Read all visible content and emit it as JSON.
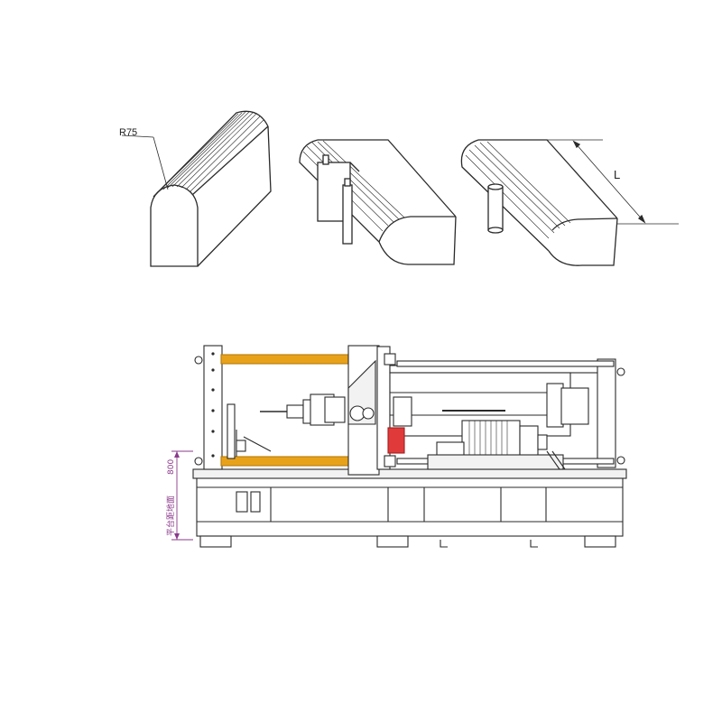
{
  "figure": {
    "radius_label": "R75",
    "length_label": "L",
    "height_dimension_label": "800",
    "height_dimension_caption": "平台距地面",
    "palette": {
      "line": "#2a2a2a",
      "rail": "#e8a21a",
      "rail_dark": "#b77a0a",
      "dimension": "#8a3a8a",
      "highlight": "#e03a3a",
      "panel_fill": "#f2f2f2"
    }
  }
}
